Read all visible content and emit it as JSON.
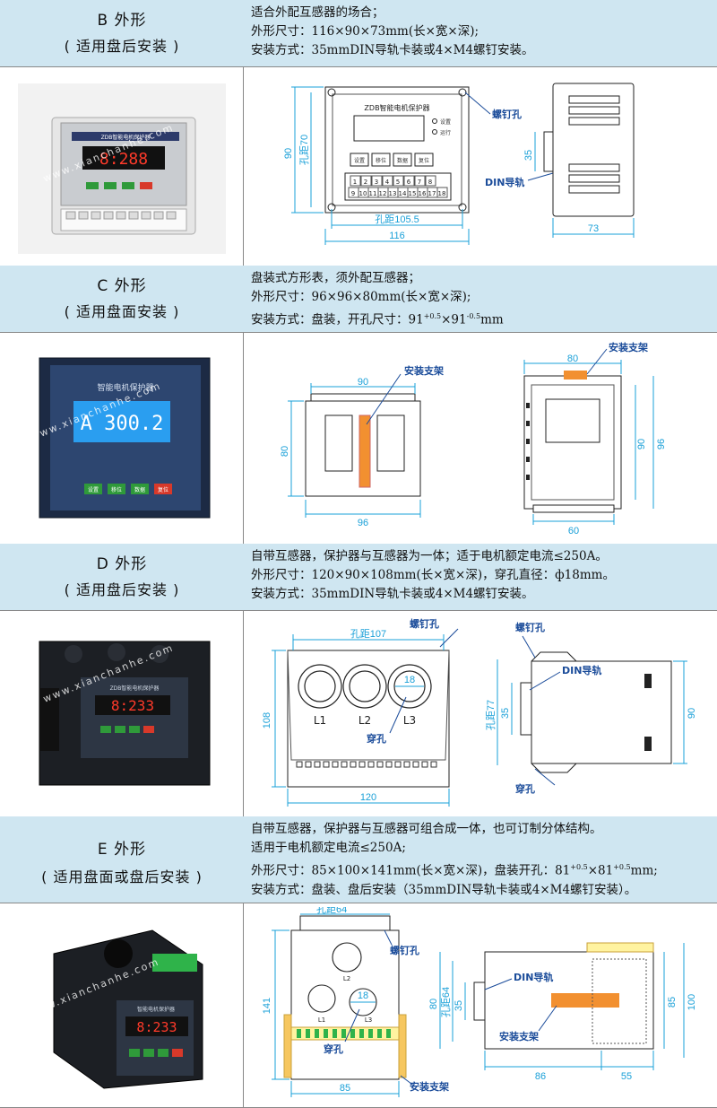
{
  "sections": [
    {
      "title": "B 外形",
      "subtitle": "( 适用盘后安装 )",
      "lines": [
        "适合外配互感器的场合；",
        "外形尺寸：116×90×73mm(长×宽×深);",
        "安装方式：35mmDIN导轨卡装或4×M4螺钉安装。"
      ],
      "drawing": {
        "panel_title": "ZDB智能电机保护器",
        "buttons": [
          "设置",
          "移位",
          "数据",
          "复位"
        ],
        "led_labels": [
          "设置",
          "运行"
        ],
        "terminals_top": [
          "1",
          "2",
          "3",
          "4",
          "5",
          "6",
          "7",
          "8"
        ],
        "terminals_bottom": [
          "9",
          "10",
          "11",
          "12",
          "13",
          "14",
          "15",
          "16",
          "17",
          "18"
        ],
        "dims": {
          "height": "90",
          "hole_v": "孔距70",
          "hole_h": "孔距105.5",
          "width": "116",
          "depth": "73",
          "side_mid": "35"
        },
        "callouts": {
          "screw": "螺钉孔",
          "din": "DIN导轨"
        }
      },
      "photo": {
        "display": "8:288",
        "label": "ZDB智能电机保护器",
        "watermark": "www.xianchanhe.com"
      }
    },
    {
      "title": "C 外形",
      "subtitle": "( 适用盘面安装 )",
      "lines": [
        "盘装式方形表，须外配互感器；",
        "外形尺寸：96×96×80mm(长×宽×深);"
      ],
      "line3": {
        "prefix": "安装方式：盘装，开孔尺寸：91",
        "sup1": "+0.5",
        "mid": "×91",
        "sup2": "-0.5",
        "suffix": "mm"
      },
      "drawing": {
        "dims": {
          "front_w": "90",
          "front_h": "80",
          "front_total": "96",
          "side_w": "80",
          "side_h": "90",
          "side_total": "96",
          "side_depth": "60"
        },
        "callouts": {
          "bracket_front": "安装支架",
          "bracket_side": "安装支架"
        }
      },
      "photo": {
        "display": "A 300.2",
        "label": "智能电机保护器",
        "buttons": [
          "设置",
          "移位",
          "数据",
          "复位"
        ],
        "watermark": "www.xianchanhe.com"
      }
    },
    {
      "title": "D 外形",
      "subtitle": "( 适用盘后安装 )",
      "lines": [
        "自带互感器，保护器与互感器为一体；适于电机额定电流≤250A。",
        "外形尺寸：120×90×108mm(长×宽×深)，穿孔直径：ф18mm。",
        "安装方式：35mmDIN导轨卡装或4×M4螺钉安装。"
      ],
      "drawing": {
        "holes": [
          "L1",
          "L2",
          "L3"
        ],
        "dims": {
          "hole_h": "孔距107",
          "height": "108",
          "width": "120",
          "hole_d": "18",
          "side_hole": "孔距77",
          "side_mid": "35",
          "side_h": "90"
        },
        "callouts": {
          "screw_front": "螺钉孔",
          "screw_side": "螺钉孔",
          "din": "DIN导轨",
          "hole_front": "穿孔",
          "hole_side": "穿孔"
        }
      },
      "photo": {
        "display": "8:233",
        "label": "ZDB智能电机保护器",
        "watermark": "www.xianchanhe.com"
      }
    },
    {
      "title": "E 外形",
      "subtitle": "( 适用盘面或盘后安装 )",
      "lines": [
        "自带互感器，保护器与互感器可组合成一体，也可订制分体结构。",
        "适用于电机额定电流≤250A;"
      ],
      "line3": {
        "prefix": "外形尺寸：85×100×141mm(长×宽×深)，盘装开孔：81",
        "sup1": "+0.5",
        "mid": "×81",
        "sup2": "+0.5",
        "suffix": "mm;"
      },
      "line4": "安装方式：盘装、盘后安装（35mmDIN导轨卡装或4×M4螺钉安装）。",
      "drawing": {
        "holes": [
          "L2",
          "L1",
          "L3"
        ],
        "dims": {
          "hole_h": "孔距64",
          "height": "141",
          "width": "85",
          "hole_d": "18",
          "side_h": "80",
          "side_hole": "孔距64",
          "side_mid": "35",
          "side_total": "85",
          "side_total2": "100",
          "side_w1": "86",
          "side_w2": "55"
        },
        "callouts": {
          "screw": "螺钉孔",
          "hole": "穿孔",
          "bracket_front": "安装支架",
          "din": "DIN导轨",
          "bracket_side": "安装支架"
        }
      },
      "photo": {
        "display": "8:233",
        "label": "智能电机保护器",
        "watermark": "www.xianchanhe.com"
      }
    }
  ]
}
